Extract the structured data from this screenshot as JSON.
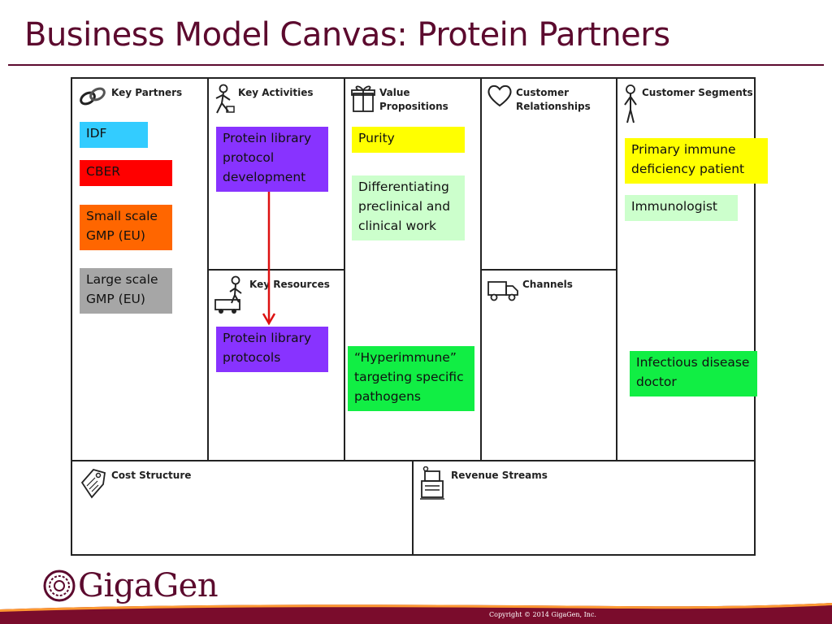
{
  "slide": {
    "title": "Business Model Canvas: Protein Partners",
    "copyright": "Copyright © 2014 GigaGen, Inc.",
    "logo_text": "GigaGen"
  },
  "canvas": {
    "sections": {
      "key_partners": "Key Partners",
      "key_activities": "Key Activities",
      "key_resources": "Key Resources",
      "value_propositions": "Value Propositions",
      "customer_relationships": "Customer Relationships",
      "channels": "Channels",
      "customer_segments": "Customer Segments",
      "cost_structure": "Cost Structure",
      "revenue_streams": "Revenue Streams"
    },
    "notes": {
      "idf": "IDF",
      "cber": "CBER",
      "small_gmp": "Small scale GMP (EU)",
      "large_gmp": "Large scale GMP (EU)",
      "protein_library_dev": "Protein library protocol development",
      "protein_library_protocols": "Protein library protocols",
      "purity": "Purity",
      "differentiating": "Differentiating preclinical and clinical work",
      "hyperimmune": "“Hyperimmune” targeting specific pathogens",
      "primary_immune": "Primary immune deficiency patient",
      "immunologist": "Immunologist",
      "infectious_disease": "Infectious disease doctor"
    },
    "colors": {
      "title": "#5c0a2e",
      "blue": "#33ccff",
      "red": "#ff0000",
      "orange": "#ff6600",
      "gray": "#a6a6a6",
      "purple": "#8833ff",
      "yellow": "#ffff00",
      "light_green": "#ccffcc",
      "green": "#11ee44",
      "arrow": "#dd1111"
    },
    "icons": {
      "key_partners": "chain-link-icon",
      "key_activities": "worker-icon",
      "key_resources": "factory-worker-icon",
      "value_propositions": "gift-box-icon",
      "customer_relationships": "heart-icon",
      "channels": "truck-icon",
      "customer_segments": "person-icon",
      "cost_structure": "price-tag-icon",
      "revenue_streams": "cash-register-icon"
    }
  }
}
